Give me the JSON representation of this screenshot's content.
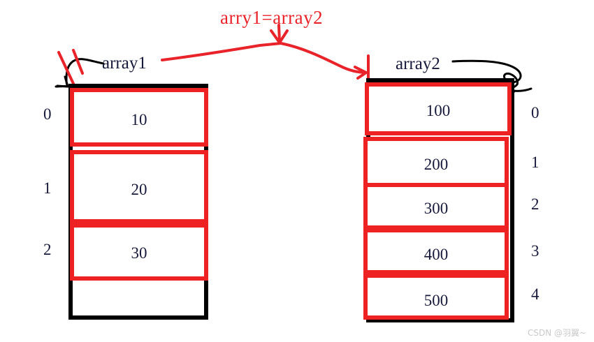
{
  "diagram": {
    "title_note": "arry1=array2",
    "background_color": "#ffffff",
    "red_color": "#ee2222",
    "black_color": "#000000",
    "text_color": "#17193a"
  },
  "left_array": {
    "name_label": "array1",
    "name_struck_through": true,
    "indices": [
      "0",
      "1",
      "2"
    ],
    "cells": [
      {
        "index": "0",
        "value": "10"
      },
      {
        "index": "1",
        "value": "20"
      },
      {
        "index": "2",
        "value": "30"
      }
    ],
    "empty_slot_count": 1
  },
  "right_array": {
    "name_label": "array2",
    "indices": [
      "0",
      "1",
      "2",
      "3",
      "4"
    ],
    "cells": [
      {
        "index": "0",
        "value": "100"
      },
      {
        "index": "1",
        "value": "200"
      },
      {
        "index": "2",
        "value": "300"
      },
      {
        "index": "3",
        "value": "400"
      },
      {
        "index": "4",
        "value": "500"
      }
    ]
  },
  "annotations": {
    "assignment_arrow_direction": "down",
    "pointer_redirect_from": "array1",
    "pointer_redirect_to": "array2"
  },
  "watermark": {
    "text": "CSDN @羽翼~"
  }
}
